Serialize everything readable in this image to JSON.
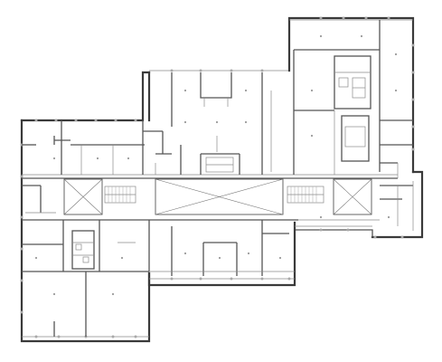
{
  "drawing": {
    "kind": "architectural-floor-plan",
    "labels": [],
    "colors": {
      "background": "#ffffff",
      "walls": "#3a3a3a",
      "partitions": "#888888"
    },
    "features": [
      "exterior-walls",
      "interior-partitions",
      "corridor",
      "central-atrium-void",
      "two-light-wells",
      "stair-cores",
      "structural-columns"
    ]
  }
}
